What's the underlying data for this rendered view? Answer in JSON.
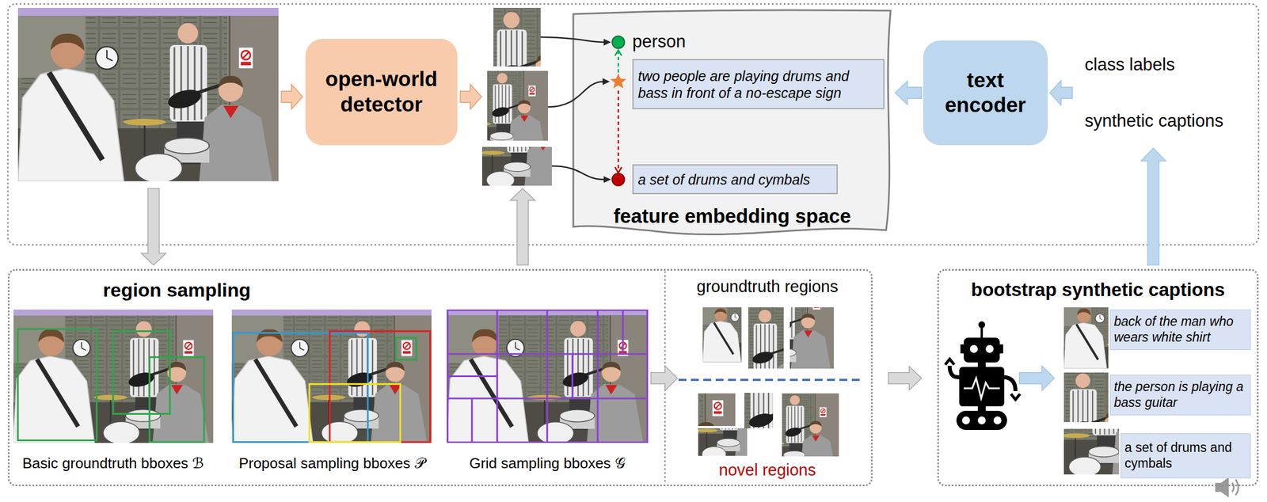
{
  "diagram": {
    "nodes": [
      {
        "text": [
          "open-world detector"
        ]
      },
      {
        "text": [
          "feature embedding space"
        ]
      },
      {
        "text": [
          "two people are playing drums and bass in front of a no-escape sign"
        ],
        "in": 1
      },
      {
        "text": [
          "a set of drums and cymbals"
        ],
        "in": 1
      },
      {
        "text": [
          "text encoder"
        ]
      },
      {
        "text": [
          "region sampling"
        ]
      },
      {
        "text": [
          "bootstrap synthetic captions"
        ]
      },
      {
        "text": [
          "back of the man who wears white shirt"
        ],
        "in": 6
      },
      {
        "text": [
          "the person is playing a bass guitar"
        ],
        "in": 6
      },
      {
        "text": [
          "a set of drums and cymbals"
        ],
        "in": 6
      }
    ],
    "edges": [
      {
        "from": 4,
        "to": 1,
        "arrow": "to"
      },
      {
        "from": 5,
        "to": 6,
        "arrow": "to"
      }
    ],
    "labels": [
      "person",
      "class labels",
      "synthetic captions",
      "Basic groundtruth bboxes ℬ",
      "Proposal sampling bboxes 𝒫",
      "Grid sampling bboxes 𝒢",
      "groundtruth regions",
      "novel regions"
    ]
  }
}
